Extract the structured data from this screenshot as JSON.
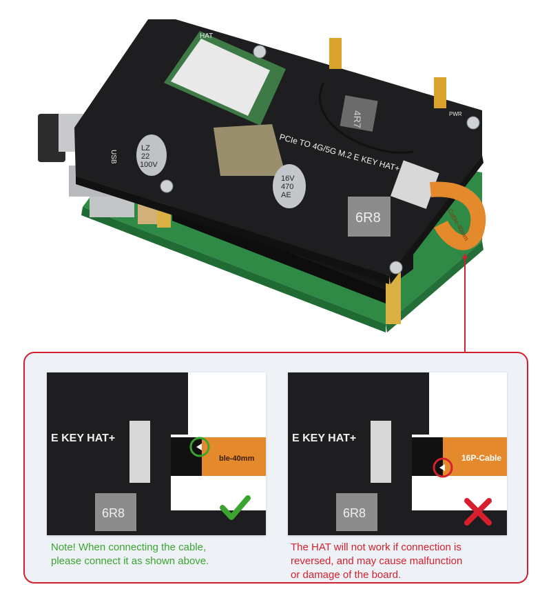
{
  "photo": {
    "board_title": "PCIe TO 4G/5G M.2 E KEY HAT+",
    "silk_hat": "HAT",
    "silk_usb": "USB",
    "silk_pwr": "PWR",
    "cap1": [
      "LZ",
      "22",
      "100V"
    ],
    "cap2": [
      "16V",
      "470",
      "AE"
    ],
    "inductor_top": "4R7",
    "inductor_big": "6R8",
    "cable_label": "Cable-40mm"
  },
  "callout": {
    "left_panel": {
      "board_label": "E KEY HAT+",
      "inductor": "6R8",
      "cable_text": "ble-40mm",
      "verdict_icon": "check-icon"
    },
    "right_panel": {
      "board_label": "E KEY HAT+",
      "inductor": "6R8",
      "cable_text": "16P-Cable",
      "verdict_icon": "cross-icon"
    },
    "note_good": {
      "line1": "Note! When connecting the cable,",
      "line2": "please connect it as shown above."
    },
    "note_bad": {
      "line1": "The HAT will not work if connection is",
      "line2": "reversed, and may cause malfunction",
      "line3": "or damage of the board."
    }
  },
  "colors": {
    "accent_red": "#cf2030",
    "good_green": "#3aa42f",
    "ribbon_orange": "#e58a2c",
    "pcb_black": "#1e1e20",
    "pcb_green": "#2f8a45"
  }
}
